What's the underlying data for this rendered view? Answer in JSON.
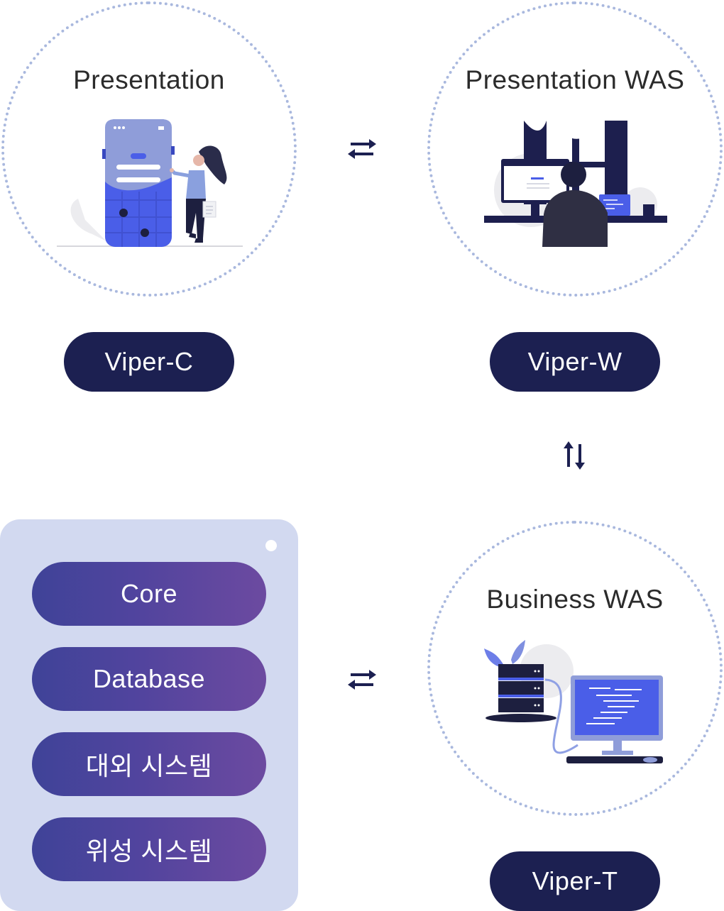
{
  "nodes": {
    "presentation": {
      "title": "Presentation",
      "product": "Viper-C"
    },
    "presentation_was": {
      "title": "Presentation WAS",
      "product": "Viper-W"
    },
    "business_was": {
      "title": "Business WAS",
      "product": "Viper-T"
    }
  },
  "systems": {
    "items": [
      "Core",
      "Database",
      "대외 시스템",
      "위성 시스템"
    ]
  },
  "colors": {
    "pill": "#1c2051",
    "dotted_border": "#a9b8de",
    "panel": "#d2d9f0",
    "gradient_start": "#3f4398",
    "gradient_end": "#6c4aa0",
    "accent": "#4b5fe6"
  }
}
